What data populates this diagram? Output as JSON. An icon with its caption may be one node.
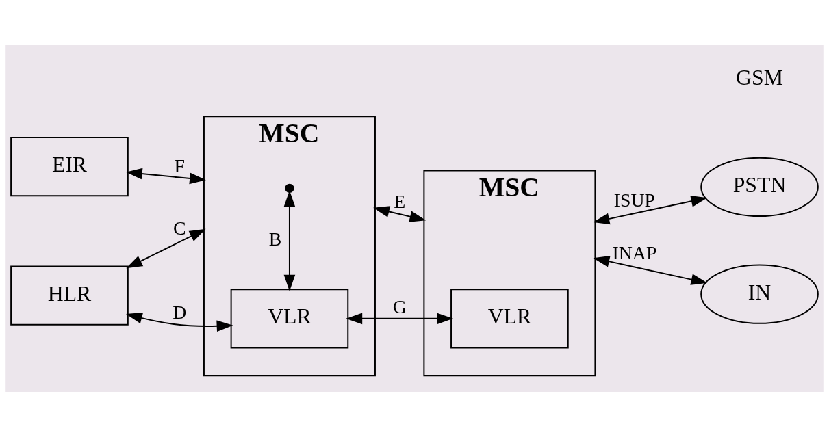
{
  "diagram": {
    "nodes": [
      {
        "text": [
          "MSC"
        ]
      },
      {
        "text": [
          "VLR"
        ],
        "in": 0
      },
      {
        "text": [
          "MSC"
        ]
      },
      {
        "text": [
          "VLR"
        ],
        "in": 2
      },
      {
        "text": [
          "EIR"
        ]
      },
      {
        "text": [
          "HLR"
        ]
      },
      {
        "text": [
          "PSTN"
        ]
      },
      {
        "text": [
          "IN"
        ]
      }
    ],
    "edges": [
      {
        "from": 0,
        "to": 2,
        "arrow": "both",
        "label": "E"
      },
      {
        "from": 4,
        "to": 0,
        "arrow": "both",
        "label": "F"
      },
      {
        "from": 5,
        "to": 0,
        "arrow": "both",
        "label": "C"
      },
      {
        "from": 0,
        "to": 1,
        "arrow": "both",
        "label": "B"
      },
      {
        "from": 5,
        "to": 1,
        "arrow": "both",
        "label": "D"
      },
      {
        "from": 1,
        "to": 3,
        "arrow": "both",
        "label": "G"
      },
      {
        "from": 2,
        "to": 6,
        "arrow": "both",
        "label": "ISUP"
      },
      {
        "from": 2,
        "to": 7,
        "arrow": "both",
        "label": "INAP"
      }
    ],
    "labels": [
      "GSM"
    ]
  }
}
